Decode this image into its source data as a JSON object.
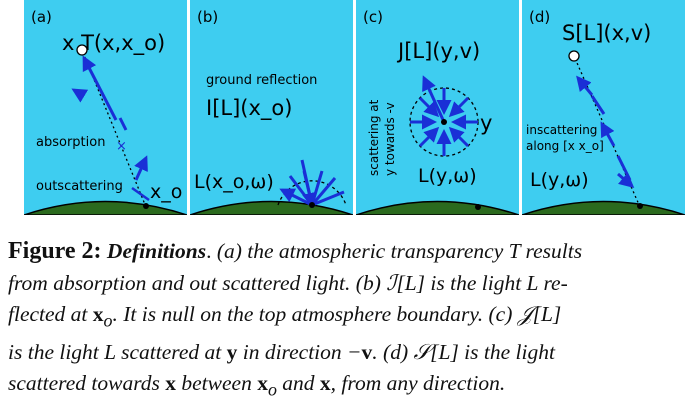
{
  "colors": {
    "sky": "#3ecdf0",
    "ground": "#2b6a1e",
    "arrow": "#1a2fd6",
    "text": "#000000"
  },
  "panels": [
    {
      "tag": "(a)",
      "title": "x T(x,x_o)",
      "label_absorption": "absorption",
      "label_outscattering": "outscattering",
      "origin": "x_o"
    },
    {
      "tag": "(b)",
      "label_ground": "ground reflection",
      "title": "I[L](x_o)",
      "radiance": "L(x_o,ω)"
    },
    {
      "tag": "(c)",
      "title": "J[L](y,v)",
      "point": "y",
      "side_label_1": "scattering at",
      "side_label_2": "y towards -v",
      "radiance": "L(y,ω)"
    },
    {
      "tag": "(d)",
      "title": "S[L](x,v)",
      "label_1": "inscattering",
      "label_2": "along [x x_o]",
      "radiance": "L(y,ω)"
    }
  ],
  "caption": {
    "fig_label": "Figure 2:",
    "fig_title": "Definitions",
    "line1_a": "(a) the atmospheric transparency T results",
    "line2_a": "from absorption and out scattered light.",
    "line2_b": "(b) ℐ[L] is the light L re-",
    "line3_a": "flected at",
    "line3_b": "x",
    "line3_c": "o",
    "line3_d": ". It is null on the top atmosphere boundary.",
    "line3_e": "(c) 𝒥[L]",
    "line4_a": "is the light L scattered at",
    "line4_b": "y",
    "line4_c": "in direction −",
    "line4_d": "v",
    "line4_e": ". (d) 𝒮[L] is the light",
    "line5_a": "scattered towards",
    "line5_b": "x",
    "line5_c": "between",
    "line5_d": "x",
    "line5_e": "o",
    "line5_f": "and",
    "line5_g": "x",
    "line5_h": ", from any direction."
  }
}
